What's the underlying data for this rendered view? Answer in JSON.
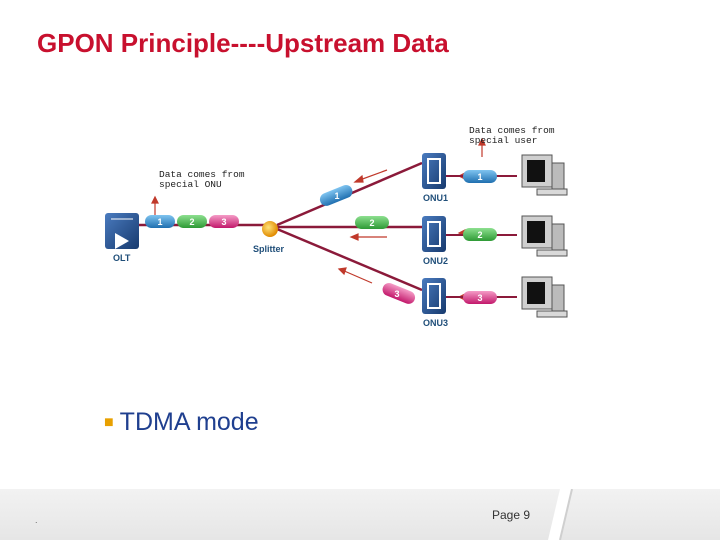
{
  "slide": {
    "title": "GPON Principle----Upstream Data",
    "bullet": "TDMA mode",
    "page": "Page 9",
    "footer_mark": "."
  },
  "diagram": {
    "note_olt_line1": "Data comes from",
    "note_olt_line2": "special ONU",
    "note_user_line1": "Data comes from",
    "note_user_line2": "special user",
    "olt_label": "OLT",
    "splitter_label": "Splitter",
    "onu1_label": "ONU1",
    "onu2_label": "ONU2",
    "onu3_label": "ONU3",
    "olt_packets": [
      "1",
      "2",
      "3"
    ],
    "fiber_packets": [
      "1",
      "2",
      "3"
    ],
    "user_packets": [
      "1",
      "2",
      "3"
    ],
    "colors": {
      "packet1": "#2e86c1",
      "packet2": "#3cb043",
      "packet3": "#d63384",
      "fiber": "#8b1a3a",
      "title": "#c8102e"
    }
  }
}
